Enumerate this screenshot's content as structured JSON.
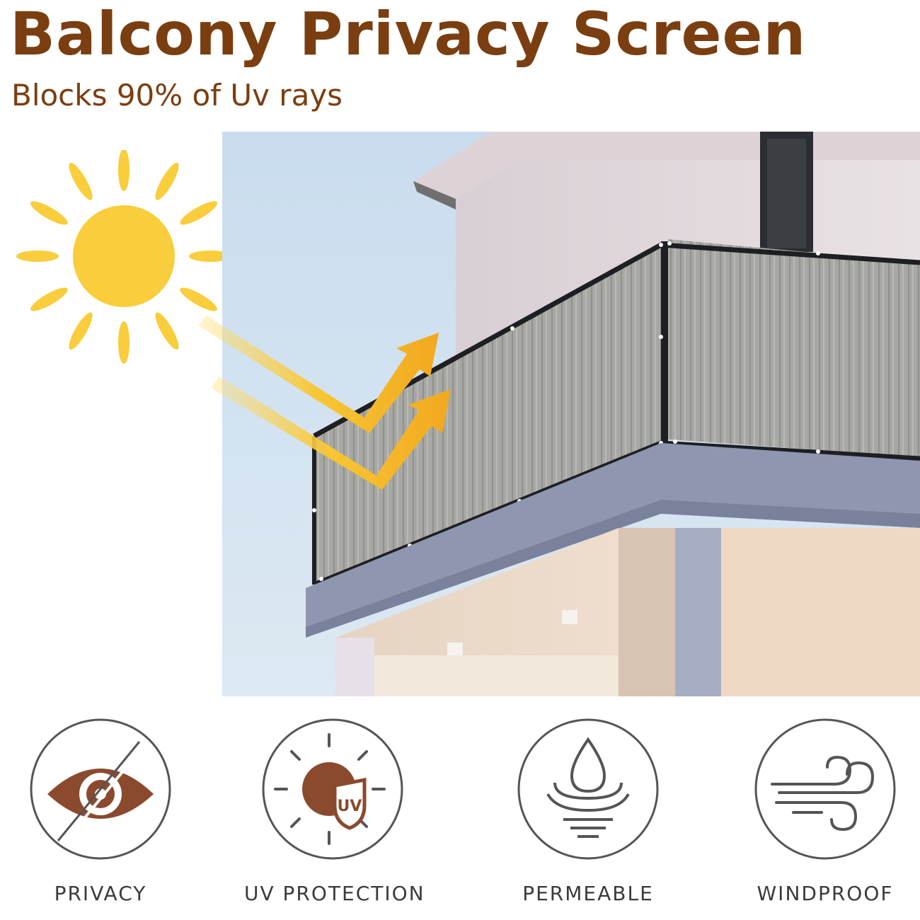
{
  "header": {
    "title": "Balcony Privacy Screen",
    "subtitle": "Blocks 90% of Uv rays"
  },
  "features": [
    {
      "label": "PRIVACY",
      "icon": "eye-slash-icon"
    },
    {
      "label": "UV PROTECTION",
      "icon": "uv-sun-icon",
      "badge": "UV"
    },
    {
      "label": "PERMEABLE",
      "icon": "water-drop-icon"
    },
    {
      "label": "WINDPROOF",
      "icon": "wind-icon"
    }
  ],
  "colors": {
    "title": "#7a3e10",
    "sun": "#f9cd3b",
    "arrow": "#f5b82c",
    "icon_brown": "#8b4a2e",
    "icon_ring": "#555555"
  }
}
